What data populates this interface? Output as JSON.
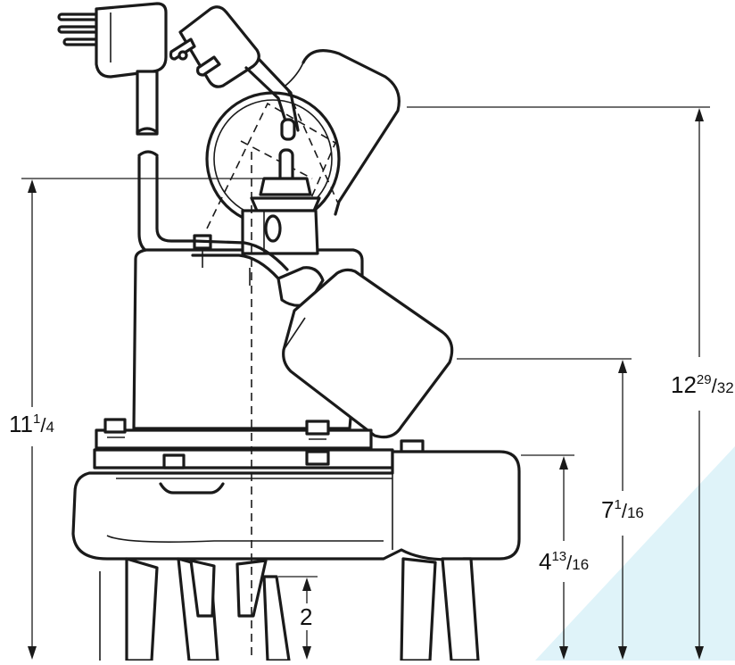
{
  "dimensions": [
    {
      "id": "overall-height",
      "whole": "12",
      "num": "29",
      "den": "32"
    },
    {
      "id": "switch-height",
      "whole": "11",
      "num": "1",
      "den": "4"
    },
    {
      "id": "float-height",
      "whole": "7",
      "num": "1",
      "den": "16"
    },
    {
      "id": "discharge-height",
      "whole": "4",
      "num": "13",
      "den": "16"
    },
    {
      "id": "leg-clearance",
      "whole": "2",
      "num": "",
      "den": ""
    }
  ],
  "colors": {
    "line": "#1a1a1a",
    "watermark": "#dff3f9",
    "background": "#ffffff"
  },
  "icons": [
    "plug-icon",
    "angled-plug-icon"
  ]
}
